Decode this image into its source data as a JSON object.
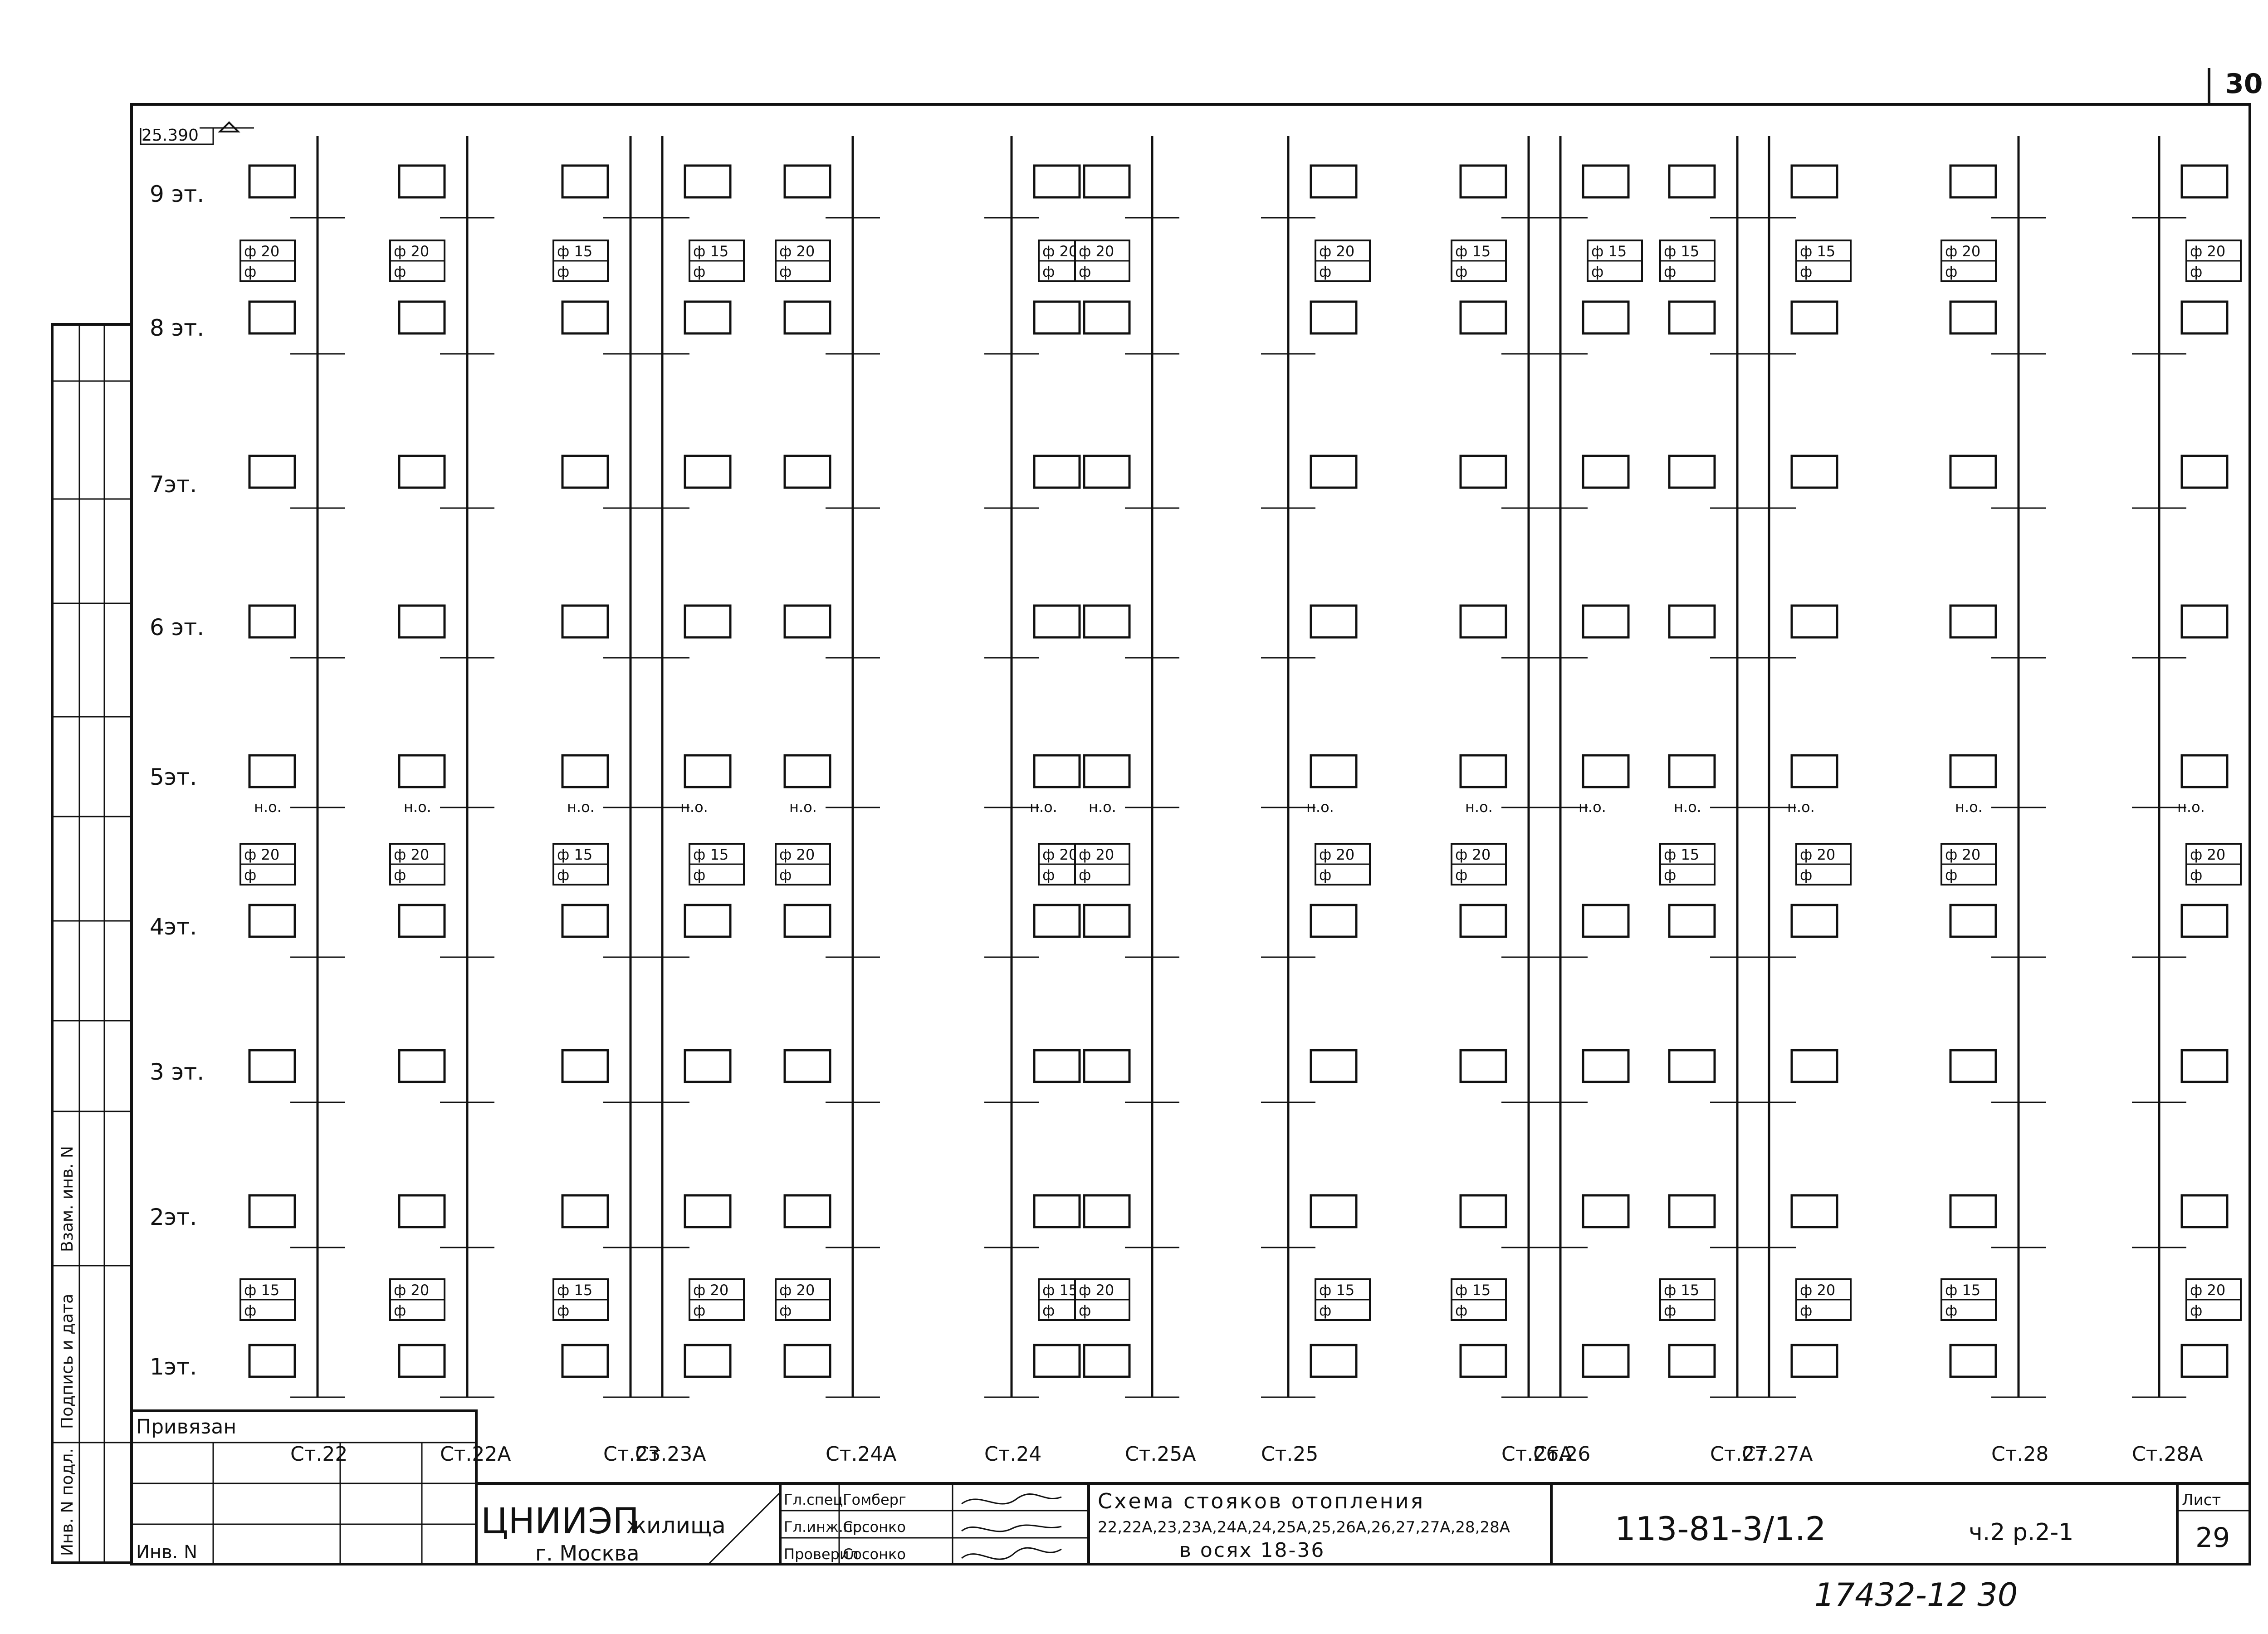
{
  "sheet_corner": "30",
  "elevation": "25.390",
  "floors": [
    "9 эт.",
    "8 эт.",
    "7эт.",
    "6 эт.",
    "5эт.",
    "4эт.",
    "3 эт.",
    "2эт.",
    "1эт."
  ],
  "no_label": "н.о.",
  "diameter_prefix": "ф",
  "risers": [
    {
      "label": "Ст.22",
      "d_top": "20",
      "d_mid": "20",
      "d_bot": "15"
    },
    {
      "label": "Ст.22А",
      "d_top": "20",
      "d_mid": "20",
      "d_bot": "20"
    },
    {
      "label": "Ст.23",
      "d_top": "15",
      "d_mid": "15",
      "d_bot": "15"
    },
    {
      "label": "Ст.23А",
      "d_top": "15",
      "d_mid": "15",
      "d_bot": "20"
    },
    {
      "label": "Ст.24А",
      "d_top": "20",
      "d_mid": "20",
      "d_bot": "20"
    },
    {
      "label": "Ст.24",
      "d_top": "20",
      "d_mid": "20",
      "d_bot": "15"
    },
    {
      "label": "Ст.25А",
      "d_top": "20",
      "d_mid": "20",
      "d_bot": "20"
    },
    {
      "label": "Ст.25",
      "d_top": "20",
      "d_mid": "20",
      "d_bot": "15"
    },
    {
      "label": "Ст.26А",
      "d_top": "15",
      "d_mid": "20",
      "d_bot": "15"
    },
    {
      "label": "Ст.26",
      "d_top": "15",
      "d_mid": "",
      "d_bot": ""
    },
    {
      "label": "Ст.27",
      "d_top": "15",
      "d_mid": "15",
      "d_bot": "15"
    },
    {
      "label": "Ст.27А",
      "d_top": "15",
      "d_mid": "20",
      "d_bot": "20"
    },
    {
      "label": "Ст.28",
      "d_top": "20",
      "d_mid": "20",
      "d_bot": "15"
    },
    {
      "label": "Ст.28А",
      "d_top": "20",
      "d_mid": "20",
      "d_bot": "20"
    }
  ],
  "side_stamps": [
    "Инв. N подл.",
    "Подпись и дата",
    "Взам. инв. N"
  ],
  "privyazan": "Привязан",
  "inv_no": "Инв. N",
  "org": {
    "name": "ЦНИИЭП",
    "sub": "жилища",
    "city": "г. Москва"
  },
  "signers": [
    {
      "role": "Гл.спец.",
      "name": "Гомберг"
    },
    {
      "role": "Гл.инж.пр.",
      "name": "Сосонко"
    },
    {
      "role": "Проверил",
      "name": "Сосонко"
    }
  ],
  "title": {
    "line1": "Схема стояков отопления",
    "line2": "22,22А,23,23А,24А,24,25А,25,26А,26,27,27А,28,28А",
    "line3": "в осях 18-36"
  },
  "doc_code": "113-81-3/1.2",
  "part": "ч.2 р.2-1",
  "sheet_label": "Лист",
  "sheet_no": "29",
  "bottom_note": "17432-12 30"
}
